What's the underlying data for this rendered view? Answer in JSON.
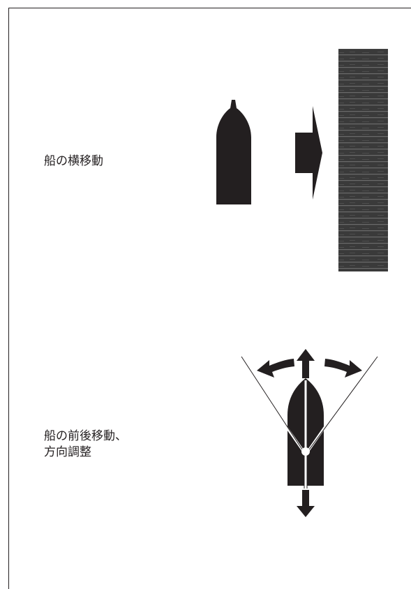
{
  "captions": {
    "lateral_move": "船の横移動",
    "forward_backward_line1": "船の前後移動、",
    "forward_backward_line2": "方向調整"
  },
  "colors": {
    "ink": "#231f20",
    "pier_base": "#3a3a3a",
    "pier_line": "#6b6b6b"
  },
  "icons": {
    "boat": "boat-top-view",
    "pier": "pier-wall",
    "push_arrow": "arrow-right",
    "arrows": [
      "arrow-up",
      "arrow-down",
      "arrow-curved-left",
      "arrow-curved-right"
    ]
  }
}
